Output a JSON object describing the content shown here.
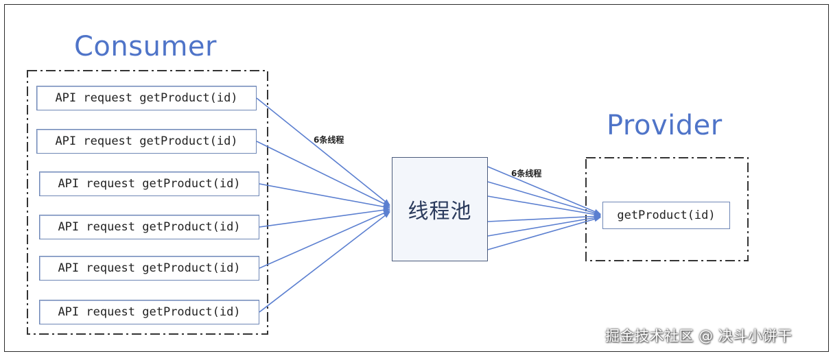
{
  "consumer": {
    "title": "Consumer",
    "requests": [
      "API request getProduct(id)",
      "API request getProduct(id)",
      "API request getProduct(id)",
      "API request getProduct(id)",
      "API request getProduct(id)",
      "API request getProduct(id)"
    ]
  },
  "thread_pool": {
    "label": "线程池",
    "in_label": "6条线程",
    "out_label": "6条线程"
  },
  "provider": {
    "title": "Provider",
    "method": "getProduct(id)"
  },
  "watermark": "掘金技术社区 @ 决斗小饼干",
  "colors": {
    "title": "#4f74c8",
    "arrow": "#5b7fd0",
    "box_border": "#6d86b5"
  }
}
